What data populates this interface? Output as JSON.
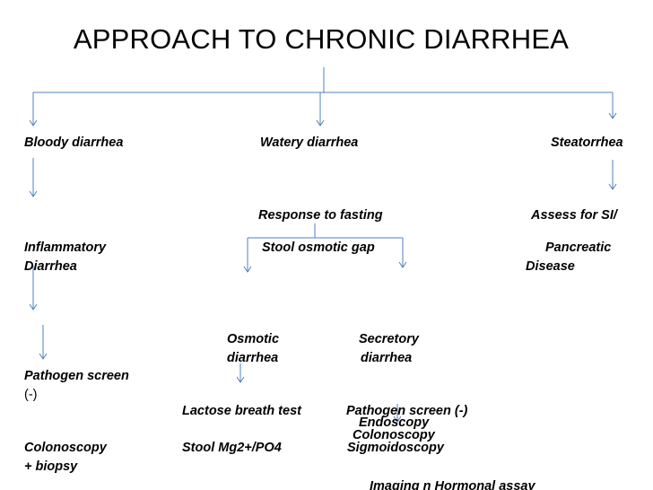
{
  "title": "APPROACH TO CHRONIC DIARRHEA",
  "nodes": {
    "bloody": "Bloody diarrhea",
    "watery": "Watery diarrhea",
    "steatorrhea": "Steatorrhea",
    "fasting": "Response to fasting",
    "assess": "Assess for SI/",
    "inflam1": "Inflammatory",
    "inflam2": "Diarrhea",
    "gap": "Stool osmotic gap",
    "panc1": "Pancreatic",
    "panc2": "Disease",
    "osmotic1": "Osmotic",
    "osmotic2": "diarrhea",
    "secretory1": "Secretory",
    "secretory2": "diarrhea",
    "pathogen1": "Pathogen screen",
    "pathogen_neg": "(-)",
    "lactose": "Lactose breath test",
    "pathogen2": "Pathogen screen (-)",
    "endoscopy": "Endoscopy",
    "colonoscopy2": "Colonoscopy",
    "colonoscopy1": "Colonoscopy",
    "biopsy": "+ biopsy",
    "stool_mg": "Stool Mg2+/PO4",
    "sigmoid": "Sigmoidoscopy",
    "imaging": "Imaging n Hormonal assay"
  },
  "colors": {
    "line": "#4f81bd",
    "text": "#000000"
  }
}
